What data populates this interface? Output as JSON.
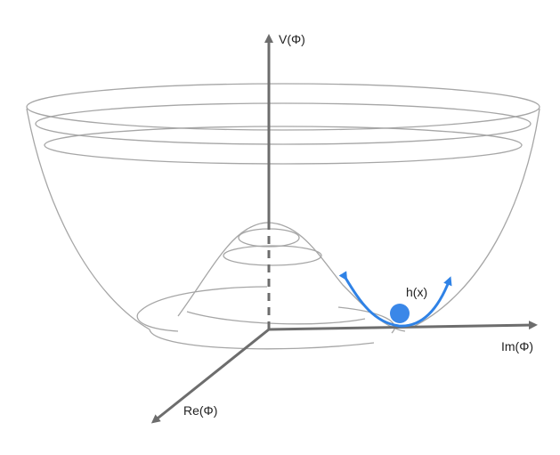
{
  "diagram": {
    "labels": {
      "v_axis": "V(Φ)",
      "im_axis": "Im(Φ)",
      "re_axis": "Re(Φ)",
      "excitation": "h(x)"
    },
    "colors": {
      "surface": "#a6a6a6",
      "axis": "#6d6d6d",
      "highlight": "#2f82e6",
      "ball": "#3a87e8"
    }
  }
}
